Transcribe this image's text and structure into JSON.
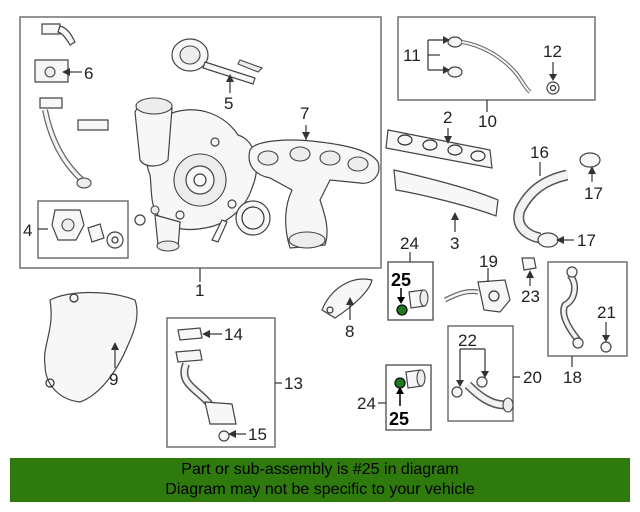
{
  "callouts": {
    "c1": "1",
    "c2": "2",
    "c3": "3",
    "c4": "4",
    "c5": "5",
    "c6": "6",
    "c7": "7",
    "c8": "8",
    "c9": "9",
    "c10": "10",
    "c11": "11",
    "c12": "12",
    "c13": "13",
    "c14": "14",
    "c15": "15",
    "c16": "16",
    "c17a": "17",
    "c17b": "17",
    "c18": "18",
    "c19": "19",
    "c20": "20",
    "c21": "21",
    "c22": "22",
    "c23": "23",
    "c24a": "24",
    "c24b": "24",
    "c25a": "25",
    "c25b": "25"
  },
  "banner": {
    "line1": "Part or sub-assembly is #25 in diagram",
    "line2": "Diagram may not be specific to your vehicle"
  },
  "colors": {
    "banner_bg": "#2e7a0d",
    "highlight_part": "#1f7a1f"
  }
}
